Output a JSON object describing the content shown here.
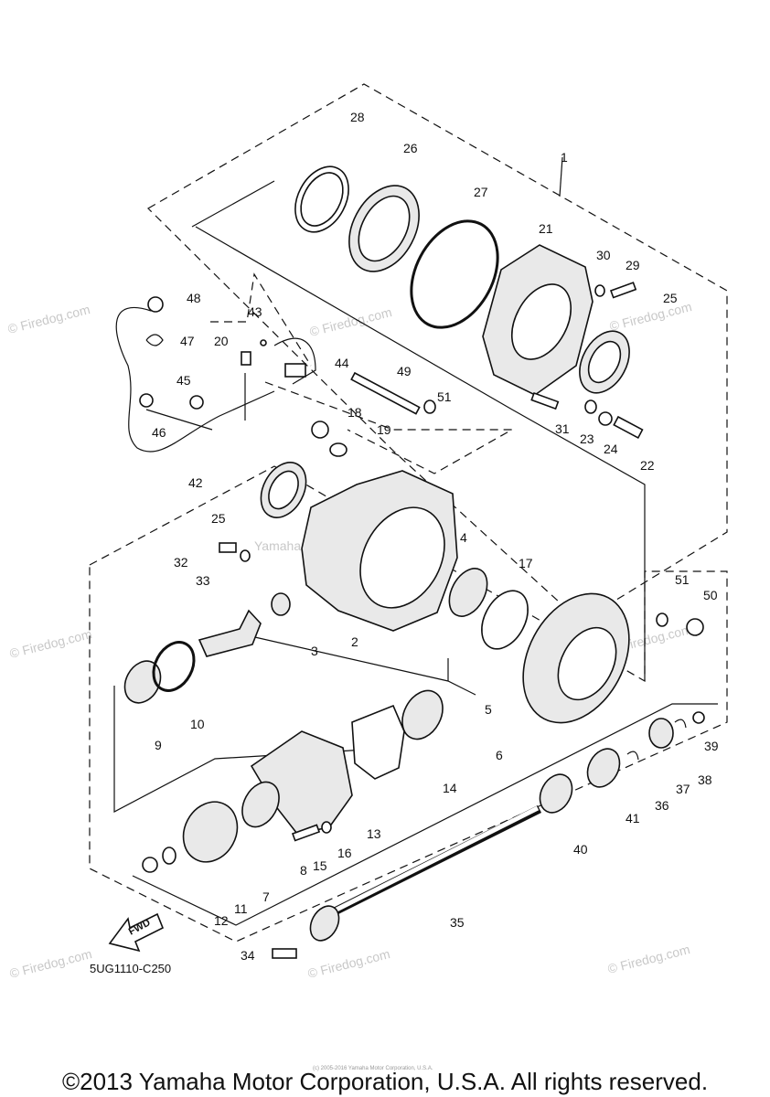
{
  "diagram": {
    "callouts": [
      "1",
      "2",
      "3",
      "4",
      "5",
      "6",
      "7",
      "8",
      "9",
      "10",
      "11",
      "12",
      "13",
      "14",
      "15",
      "16",
      "17",
      "18",
      "19",
      "20",
      "21",
      "22",
      "23",
      "24",
      "25",
      "25",
      "26",
      "27",
      "28",
      "29",
      "30",
      "31",
      "32",
      "33",
      "34",
      "35",
      "36",
      "37",
      "38",
      "39",
      "40",
      "41",
      "42",
      "43",
      "44",
      "45",
      "46",
      "47",
      "48",
      "49",
      "50",
      "51",
      "51"
    ],
    "diagram_code": "5UG1110-C250",
    "fwd_label": "FWD"
  },
  "watermarks": {
    "site": "© Firedog.com",
    "center": "Yamaha Motor Corp., U.S.A.",
    "footer_small": "(c) 2005-2016 Yamaha Motor Corporation, U.S.A."
  },
  "copyright": "©2013 Yamaha Motor Corporation, U.S.A. All rights reserved."
}
